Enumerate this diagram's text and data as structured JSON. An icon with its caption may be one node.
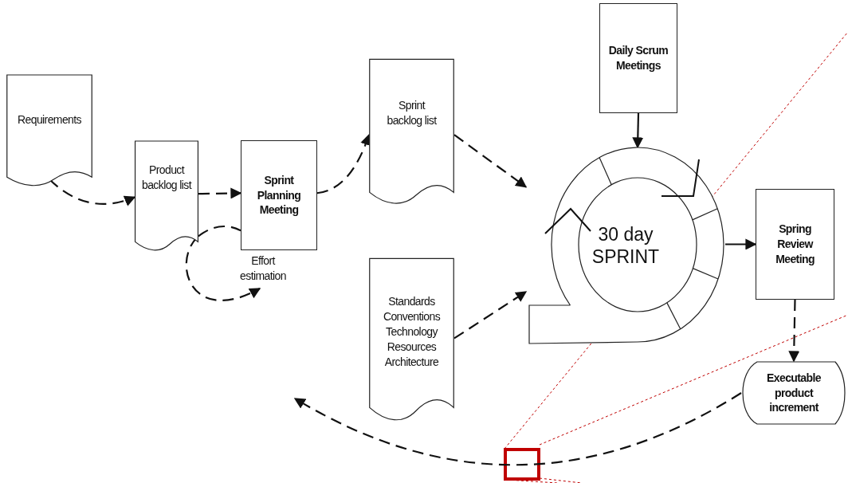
{
  "diagram": {
    "nodes": [
      {
        "text": [
          "Requirements"
        ]
      },
      {
        "text": [
          "Product backlog list"
        ]
      },
      {
        "text": [
          "Sprint Planning Meeting"
        ]
      },
      {
        "text": [
          "Sprint backlog list"
        ]
      },
      {
        "text": [
          "Standards Conventions Technology Resources Architecture"
        ]
      },
      {
        "text": [
          "Daily Scrum Meetings"
        ]
      },
      {
        "text": [
          "30 day SPRINT"
        ]
      },
      {
        "text": [
          "Spring Review Meeting"
        ]
      },
      {
        "text": [
          "Executable product increment"
        ]
      },
      {
        "text": [
          "Effort estimation"
        ]
      }
    ],
    "edges": [
      {
        "from": 0,
        "to": 1,
        "arrow": "to",
        "style": "dashed"
      },
      {
        "from": 1,
        "to": 2,
        "arrow": "to",
        "style": "dashed"
      },
      {
        "from": 1,
        "to": 9,
        "arrow": "to",
        "style": "dashed"
      },
      {
        "from": 1,
        "to": 2,
        "arrow": "none",
        "style": "dashed"
      },
      {
        "from": 2,
        "to": 3,
        "arrow": "to",
        "style": "dashed"
      },
      {
        "from": 3,
        "to": 6,
        "arrow": "to",
        "style": "dashed"
      },
      {
        "from": 4,
        "to": 6,
        "arrow": "to",
        "style": "dashed"
      },
      {
        "from": 5,
        "to": 6,
        "arrow": "to"
      },
      {
        "from": 6,
        "to": 7,
        "arrow": "to"
      },
      {
        "from": 7,
        "to": 8,
        "arrow": "to",
        "style": "dashed"
      },
      {
        "from": 8,
        "to": null,
        "arrow": "to",
        "style": "dashed"
      }
    ]
  }
}
